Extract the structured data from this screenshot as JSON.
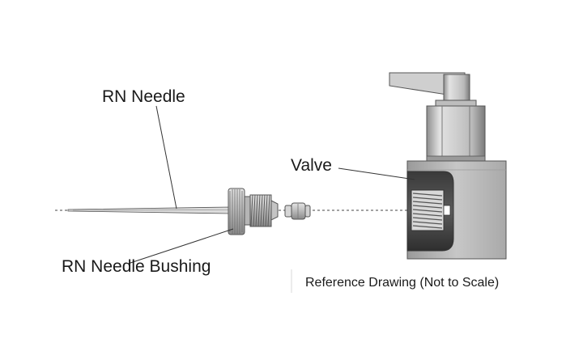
{
  "labels": {
    "needle": "RN Needle",
    "bushing": "RN Needle Bushing",
    "valve": "Valve",
    "caption": "Reference Drawing (Not to Scale)"
  }
}
